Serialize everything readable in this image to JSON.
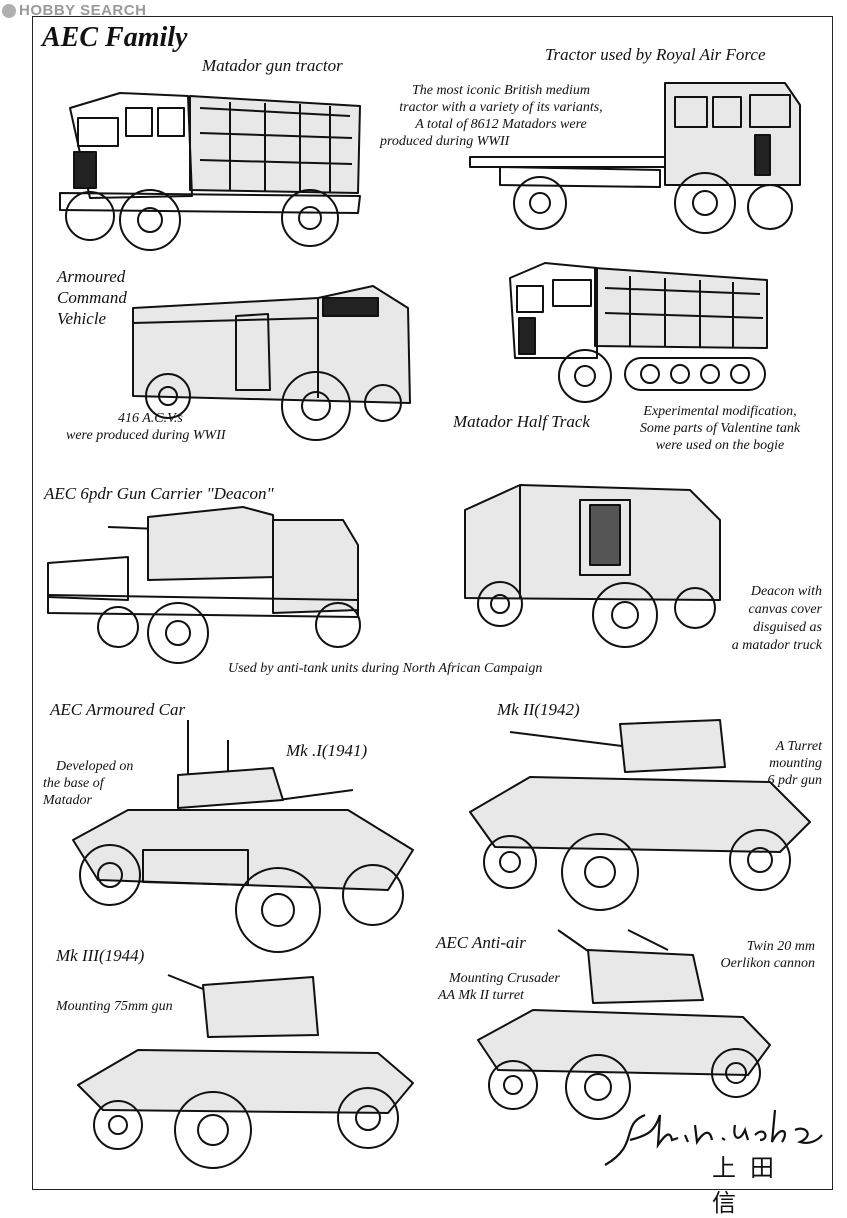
{
  "watermark": "HOBBY SEARCH",
  "title": "AEC Family",
  "captions": {
    "matador": "Matador gun tractor",
    "raf": "Tractor used by Royal Air Force",
    "iconic": [
      "The most iconic British medium",
      "tractor with a variety of its variants,",
      "A total of 8612 Matadors were",
      "produced during WWII"
    ],
    "acv_title": [
      "Armoured",
      "Command",
      "Vehicle"
    ],
    "acv_note": [
      "416 A.C.V.s",
      "were produced during WWII"
    ],
    "halftrack_title": "Matador Half Track",
    "halftrack_note": [
      "Experimental modification,",
      "Some parts of Valentine tank",
      "were used on the bogie"
    ],
    "deacon_title": "AEC 6pdr Gun Carrier \"Deacon\"",
    "deacon_note": [
      "Deacon with",
      "canvas cover",
      "disguised as",
      "a matador truck"
    ],
    "deacon_use": "Used by anti-tank units during North African Campaign",
    "armoured_car": "AEC Armoured Car",
    "mk1": "Mk .I(1941)",
    "mk1_note": [
      "Developed on",
      "the base of",
      "Matador"
    ],
    "mk2": "Mk II(1942)",
    "mk2_note": [
      "A Turret",
      "mounting",
      "6 pdr gun"
    ],
    "mk3": "Mk III(1944)",
    "mk3_note": "Mounting 75mm gun",
    "aa": "AEC Anti-air",
    "aa_note": [
      "Mounting Crusader",
      "AA Mk II turret"
    ],
    "twin": [
      "Twin 20 mm",
      "Oerlikon cannon"
    ]
  },
  "signature": "Shin.ueda",
  "signature_kanji": "上田 信",
  "icons": [
    "matador-truck-drawing",
    "raf-tractor-drawing",
    "acv-drawing",
    "halftrack-drawing",
    "deacon-drawing",
    "deacon-canvas-drawing",
    "mk1-car-drawing",
    "mk2-car-drawing",
    "mk3-car-drawing",
    "aa-car-drawing"
  ]
}
